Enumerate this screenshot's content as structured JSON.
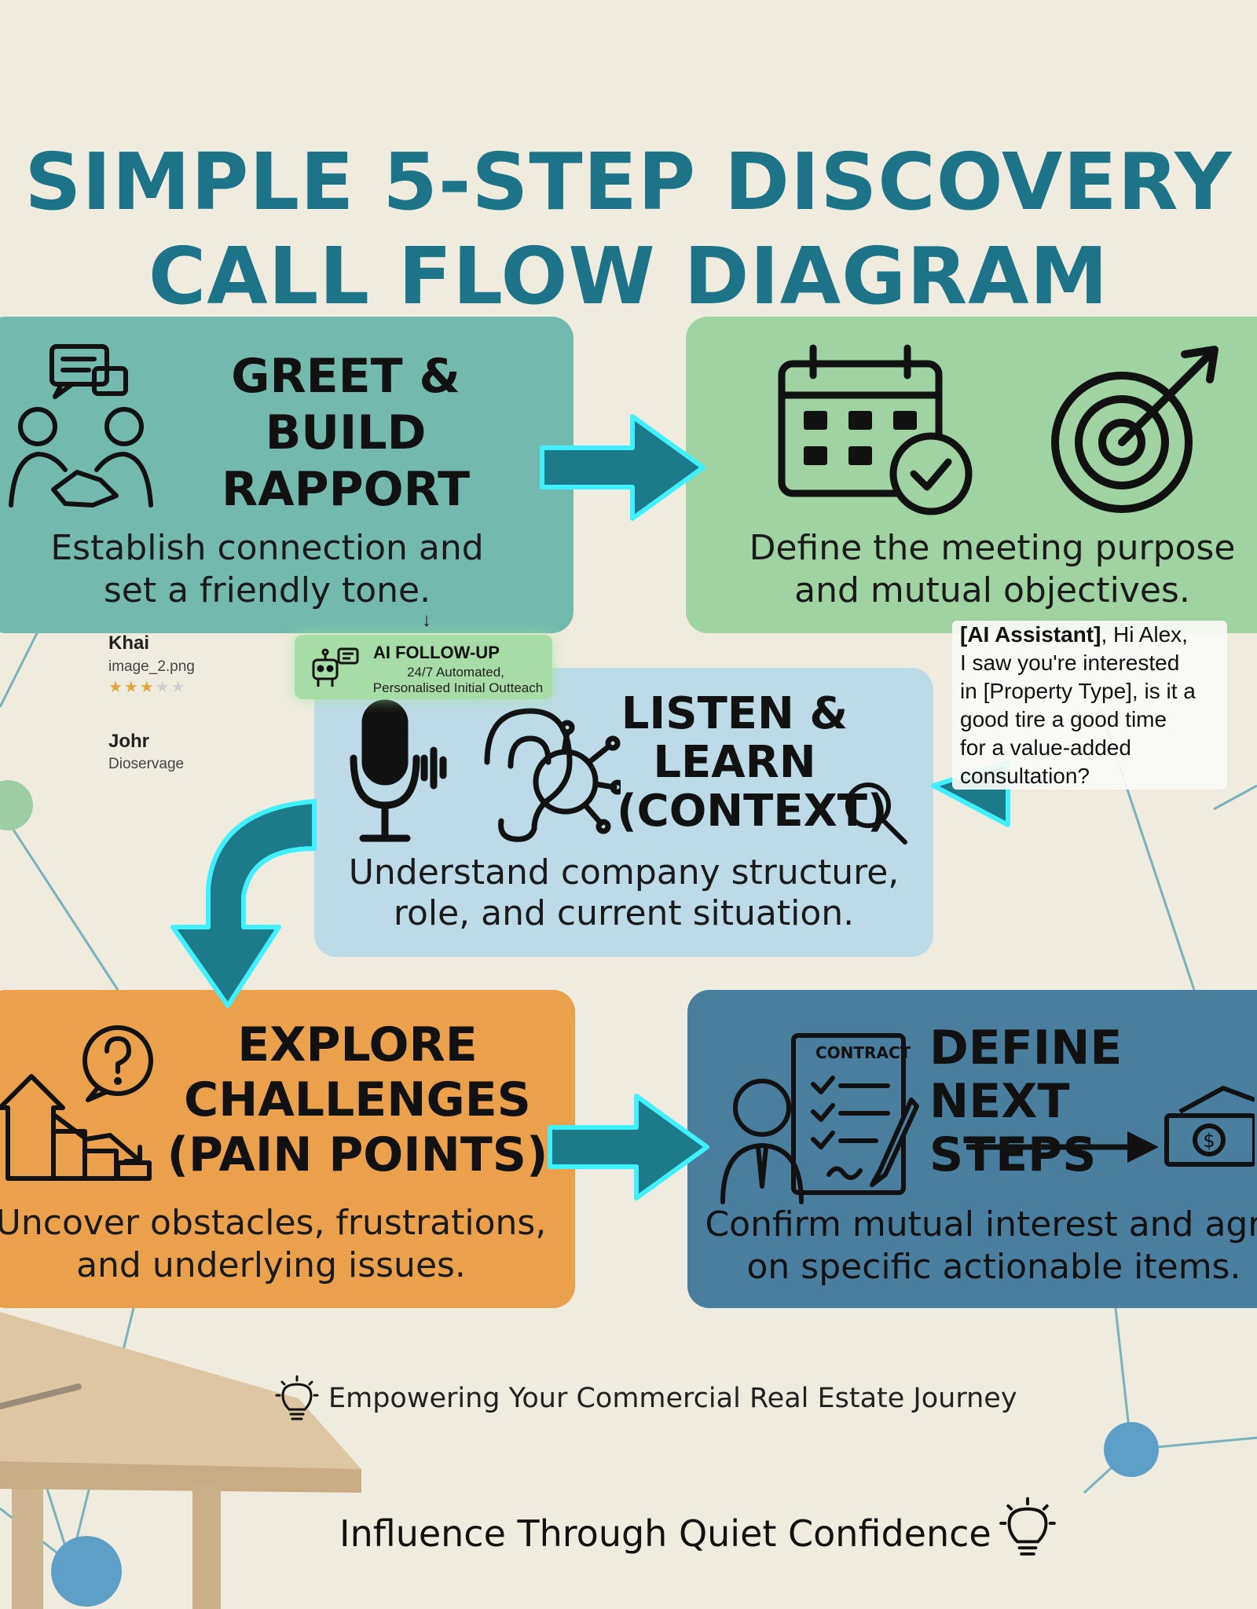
{
  "title": {
    "line1": "SIMPLE 5-STEP DISCOVERY",
    "line2": "CALL FLOW DIAGRAM"
  },
  "steps": [
    {
      "heading": "GREET & BUILD\nRAPPORT",
      "description": "Establish connection and\nset a friendly tone.",
      "icon": "people-handshake-chat-icon",
      "color": "#73b9ae"
    },
    {
      "heading": "",
      "description": "Define the meeting purpose\nand mutual objectives.",
      "icon": "calendar-check-target-icon",
      "color": "#9fd3a1"
    },
    {
      "heading": "LISTEN &\nLEARN\n(CONTEXT)",
      "description": "Understand company structure,\nrole, and current situation.",
      "icon": "microphone-ear-network-icon",
      "color": "#bcdbe6"
    },
    {
      "heading": "EXPLORE\nCHALLENGES\n(PAIN POINTS)",
      "description": "Uncover obstacles, frustrations,\nand underlying issues.",
      "icon": "chart-question-icon",
      "color": "#eba04c"
    },
    {
      "heading": "DEFINE NEXT\nSTEPS",
      "description": "Confirm mutual interest and agre\non specific actionable items.",
      "icon": "contract-person-money-icon",
      "color": "#497e9e"
    }
  ],
  "contract_label": "CONTRACT",
  "ai_badge": {
    "arrow": "↓",
    "title": "AI FOLLOW-UP",
    "line1": "24/7 Automated,",
    "line2": "Personalised Initial Outteach"
  },
  "users": [
    {
      "name": "Khai",
      "file": "image_2.png",
      "stars": 3
    },
    {
      "name": "Johr",
      "file": "Dioservage"
    }
  ],
  "chat": {
    "sender": "[AI Assistant]",
    "message": ", Hi Alex,\nI saw you're interested\nin [Property Type], is it a\ngood tire a good time\nfor a value-added\nconsultation?"
  },
  "tagline1": "Empowering Your Commercial Real Estate Journey",
  "tagline2": "Influence Through Quiet Confidence",
  "colors": {
    "title": "#1d7488",
    "arrow": "#1c7a8a",
    "arrow_glow": "#3ff0ff",
    "network": "#6fa7b3"
  }
}
